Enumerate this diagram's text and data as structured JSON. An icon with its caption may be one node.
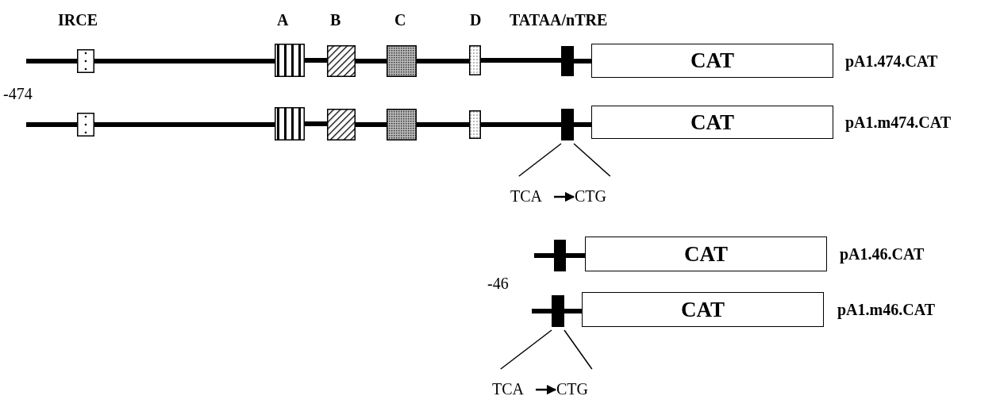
{
  "diagram": {
    "nodes": [
      {
        "text": [],
        "shape": "box"
      },
      {
        "text": [],
        "shape": "box"
      },
      {
        "text": [],
        "shape": "box"
      },
      {
        "text": [],
        "shape": "box"
      },
      {
        "text": [],
        "shape": "box"
      },
      {
        "text": [],
        "shape": "box"
      },
      {
        "text": [
          "CAT"
        ],
        "beside": [
          "pA1.474.CAT"
        ]
      },
      {
        "text": [],
        "shape": "box"
      },
      {
        "text": [],
        "shape": "box"
      },
      {
        "text": [],
        "shape": "box"
      },
      {
        "text": [],
        "shape": "box"
      },
      {
        "text": [],
        "shape": "box"
      },
      {
        "text": [],
        "shape": "box"
      },
      {
        "text": [
          "CAT"
        ],
        "beside": [
          "pA1.m474.CAT"
        ]
      },
      {
        "text": [
          "TCA"
        ]
      },
      {
        "text": [
          "CTG"
        ]
      },
      {
        "text": [],
        "shape": "box"
      },
      {
        "text": [
          "CAT"
        ],
        "beside": [
          "pA1.46.CAT"
        ]
      },
      {
        "text": [],
        "shape": "box"
      },
      {
        "text": [
          "CAT"
        ],
        "beside": [
          "pA1.m46.CAT"
        ]
      },
      {
        "text": [
          "TCA"
        ]
      },
      {
        "text": [
          "CTG"
        ]
      }
    ],
    "edges": [
      {
        "from": null,
        "to": 0,
        "arrow": "none"
      },
      {
        "from": 0,
        "to": 1,
        "arrow": "none"
      },
      {
        "from": 1,
        "to": 2,
        "arrow": "none"
      },
      {
        "from": 2,
        "to": 3,
        "arrow": "none"
      },
      {
        "from": 3,
        "to": 4,
        "arrow": "none"
      },
      {
        "from": 4,
        "to": 5,
        "arrow": "none"
      },
      {
        "from": 5,
        "to": 6,
        "arrow": "none"
      },
      {
        "from": null,
        "to": 7,
        "arrow": "none"
      },
      {
        "from": 7,
        "to": 8,
        "arrow": "none"
      },
      {
        "from": 8,
        "to": 9,
        "arrow": "none"
      },
      {
        "from": 9,
        "to": 10,
        "arrow": "none"
      },
      {
        "from": 10,
        "to": 11,
        "arrow": "none"
      },
      {
        "from": 11,
        "to": 12,
        "arrow": "none"
      },
      {
        "from": 12,
        "to": 13,
        "arrow": "none"
      },
      {
        "from": 12,
        "to": 14,
        "arrow": "none"
      },
      {
        "from": 12,
        "to": 15,
        "arrow": "none"
      },
      {
        "from": 14,
        "to": 15,
        "arrow": "to"
      },
      {
        "from": null,
        "to": 16,
        "arrow": "none"
      },
      {
        "from": 16,
        "to": 17,
        "arrow": "none"
      },
      {
        "from": null,
        "to": 18,
        "arrow": "none"
      },
      {
        "from": 18,
        "to": 19,
        "arrow": "none"
      },
      {
        "from": 18,
        "to": 20,
        "arrow": "none"
      },
      {
        "from": 18,
        "to": 21,
        "arrow": "none"
      },
      {
        "from": 20,
        "to": 21,
        "arrow": "to"
      }
    ],
    "labels": [
      "IRCE",
      "A",
      "B",
      "C",
      "D",
      "TATAA/nTRE",
      "-474",
      "-46"
    ]
  }
}
